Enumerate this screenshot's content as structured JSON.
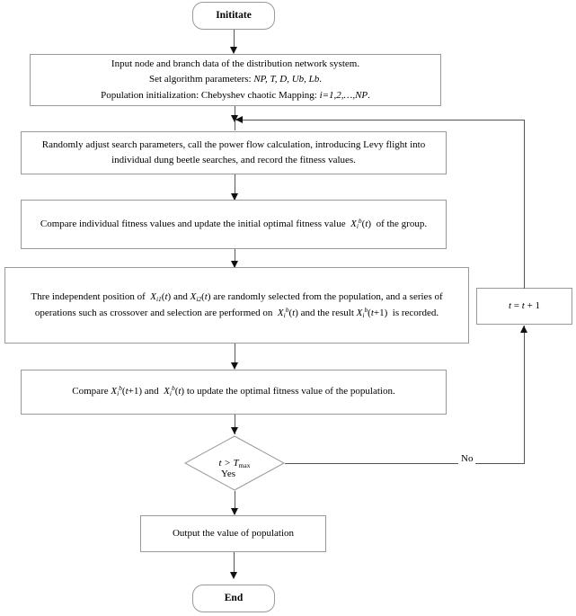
{
  "diagram": {
    "title": "Algorithm flowchart",
    "stroke_color": "#999999",
    "arrow_color": "#111111",
    "background": "#ffffff"
  },
  "nodes": {
    "start": {
      "label": "Inititate",
      "shape": "terminator"
    },
    "input": {
      "shape": "process",
      "line1": "Input node and branch data of the distribution network system.",
      "line2_prefix": "Set algorithm parameters: ",
      "line2_params": "NP, T, D, Ub, Lb",
      "line2_suffix": ".",
      "line3_prefix": "Population initialization: Chebyshev chaotic Mapping: ",
      "line3_index": "i=1,2,…,NP",
      "line3_suffix": "."
    },
    "search": {
      "shape": "process",
      "line1": "Randomly adjust search parameters, call the power flow calculation, introducing Levy flight into",
      "line2": "individual dung beetle searches, and record the fitness values."
    },
    "compare_initial": {
      "shape": "process",
      "text_before": "Compare individual fitness values and update the initial optimal fitness value",
      "math": "X_i^b(t)",
      "text_after": "of the group."
    },
    "crossover": {
      "shape": "process",
      "l1_a": "Thre independent position of",
      "l1_math1": "X_i1(t)",
      "l1_b": "and",
      "l1_math2": "X_i2(t)",
      "l1_c": "are randomly selected from the population, and a series of",
      "l2_a": "operations such as crossover and selection are performed on",
      "l2_math1": "X_i^b(t)",
      "l2_b": "and the result",
      "l2_math2": "X_i^b(t+1)",
      "l2_c": "is recorded."
    },
    "compare_update": {
      "shape": "process",
      "text_a": "Compare",
      "math1": "X_i^b(t+1)",
      "text_b": "and",
      "math2": "X_i^b(t)",
      "text_c": "to update the optimal fitness value of the population."
    },
    "decision": {
      "shape": "diamond",
      "condition": "t > Tmax",
      "var": "t",
      "operator": ">",
      "limit_base": "T",
      "limit_sub": "max"
    },
    "increment": {
      "shape": "process",
      "label": "t = t + 1",
      "var": "t",
      "expr": "= t + 1"
    },
    "output": {
      "shape": "process",
      "label": "Output the value of population"
    },
    "end": {
      "label": "End",
      "shape": "terminator"
    }
  },
  "edge_labels": {
    "yes": "Yes",
    "no": "No"
  }
}
